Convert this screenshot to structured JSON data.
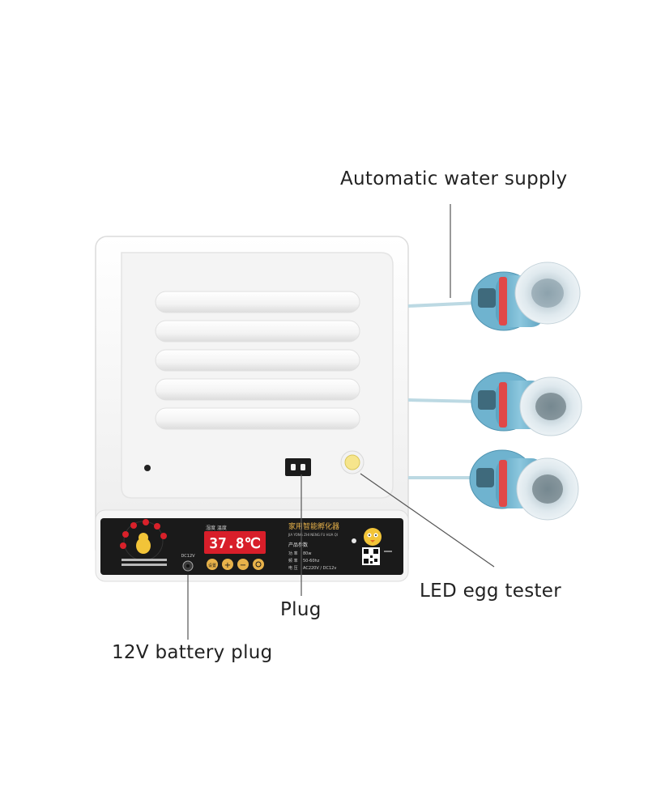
{
  "callouts": {
    "water": "Automatic water supply",
    "egg_tester": "LED egg tester",
    "plug": "Plug",
    "battery": "12V battery plug"
  },
  "panel": {
    "title_cn": "家用智能孵化器",
    "title_pinyin": "JIA YONG ZHI NENG FU HUA QI",
    "spec_heading": "产品参数",
    "spec_rows": [
      {
        "label": "功  率",
        "value": "80w"
      },
      {
        "label": "频  率",
        "value": "50-60hz"
      },
      {
        "label": "电  压",
        "value": "AC220V / DC12v"
      }
    ],
    "display_labels": "湿度  温度",
    "display_value": "37.8℃",
    "port_label": "DC12V",
    "set_button": "设置",
    "plus_button": "+",
    "minus_button": "−"
  },
  "colors": {
    "panel": "#1a1a1a",
    "display": "#d81e2a",
    "accent": "#e8b24a",
    "bottle": "#6fb3cf",
    "lid": "#fafafa"
  }
}
